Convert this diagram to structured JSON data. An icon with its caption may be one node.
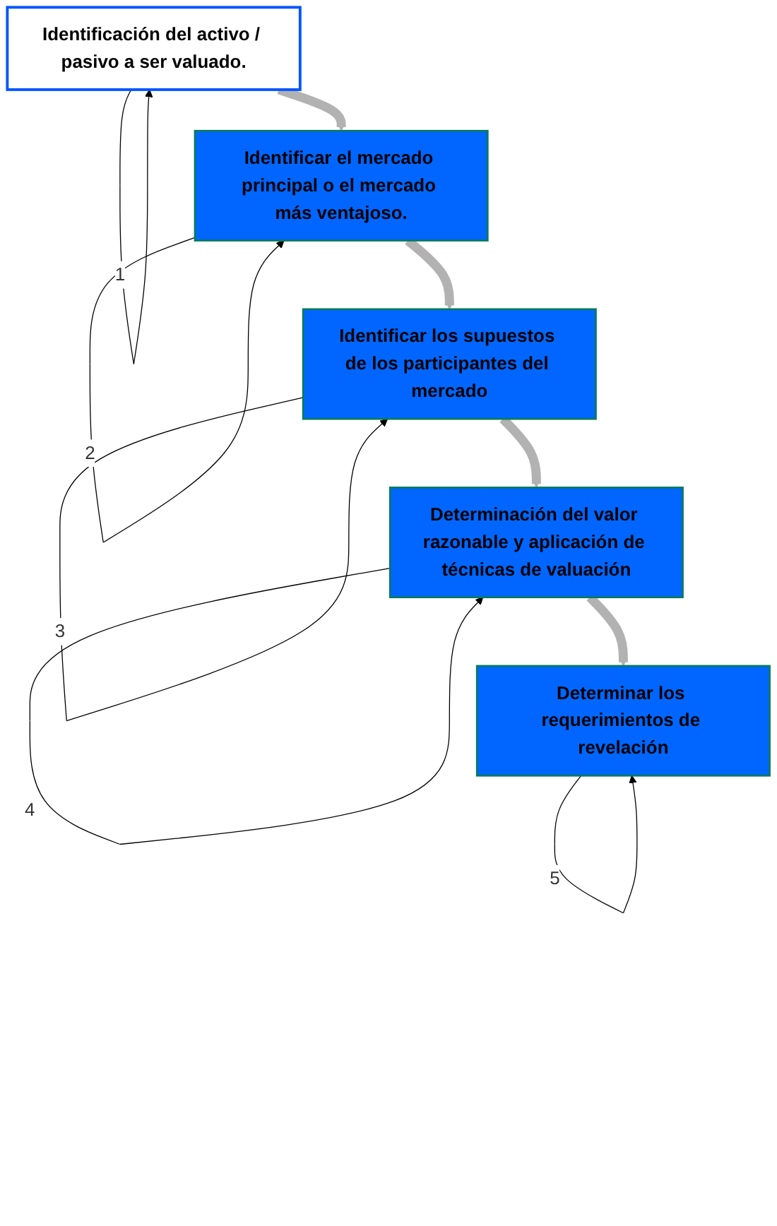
{
  "diagram": {
    "nodes": [
      {
        "text": [
          "Identificación del activo / pasivo a ser valuado."
        ]
      },
      {
        "text": [
          "Identificar el mercado principal o el mercado más ventajoso."
        ]
      },
      {
        "text": [
          "Identificar los supuestos de los participantes del mercado"
        ]
      },
      {
        "text": [
          "Determinación del valor razonable y aplicación de técnicas de valuación"
        ]
      },
      {
        "text": [
          "Determinar los requerimientos de revelación"
        ]
      }
    ],
    "edges": [
      {
        "from": 0,
        "to": 0,
        "arrow": "to",
        "label": "1"
      },
      {
        "from": 0,
        "to": 1,
        "arrow": "to",
        "style": "thick",
        "color": "#b2b2b2"
      },
      {
        "from": 1,
        "to": 1,
        "arrow": "to",
        "label": "2"
      },
      {
        "from": 1,
        "to": 2,
        "arrow": "to",
        "style": "thick",
        "color": "#b2b2b2"
      },
      {
        "from": 2,
        "to": 2,
        "arrow": "to",
        "label": "3"
      },
      {
        "from": 2,
        "to": 3,
        "arrow": "to",
        "style": "thick",
        "color": "#b2b2b2"
      },
      {
        "from": 3,
        "to": 3,
        "arrow": "to",
        "label": "4"
      },
      {
        "from": 3,
        "to": 4,
        "arrow": "to",
        "style": "thick",
        "color": "#b2b2b2"
      },
      {
        "from": 4,
        "to": 4,
        "arrow": "to",
        "label": "5"
      }
    ]
  }
}
